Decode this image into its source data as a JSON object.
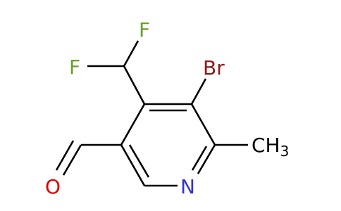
{
  "molecule": {
    "atoms": {
      "F1": "F",
      "F2": "F",
      "Br": "Br",
      "CH3_C": "CH",
      "CH3_sub": "3",
      "N": "N",
      "O": "O"
    },
    "colors": {
      "F": "#6a9e2f",
      "Br": "#8b1a1a",
      "N": "#3333cc",
      "O": "#e00000",
      "C": "#000000"
    }
  }
}
